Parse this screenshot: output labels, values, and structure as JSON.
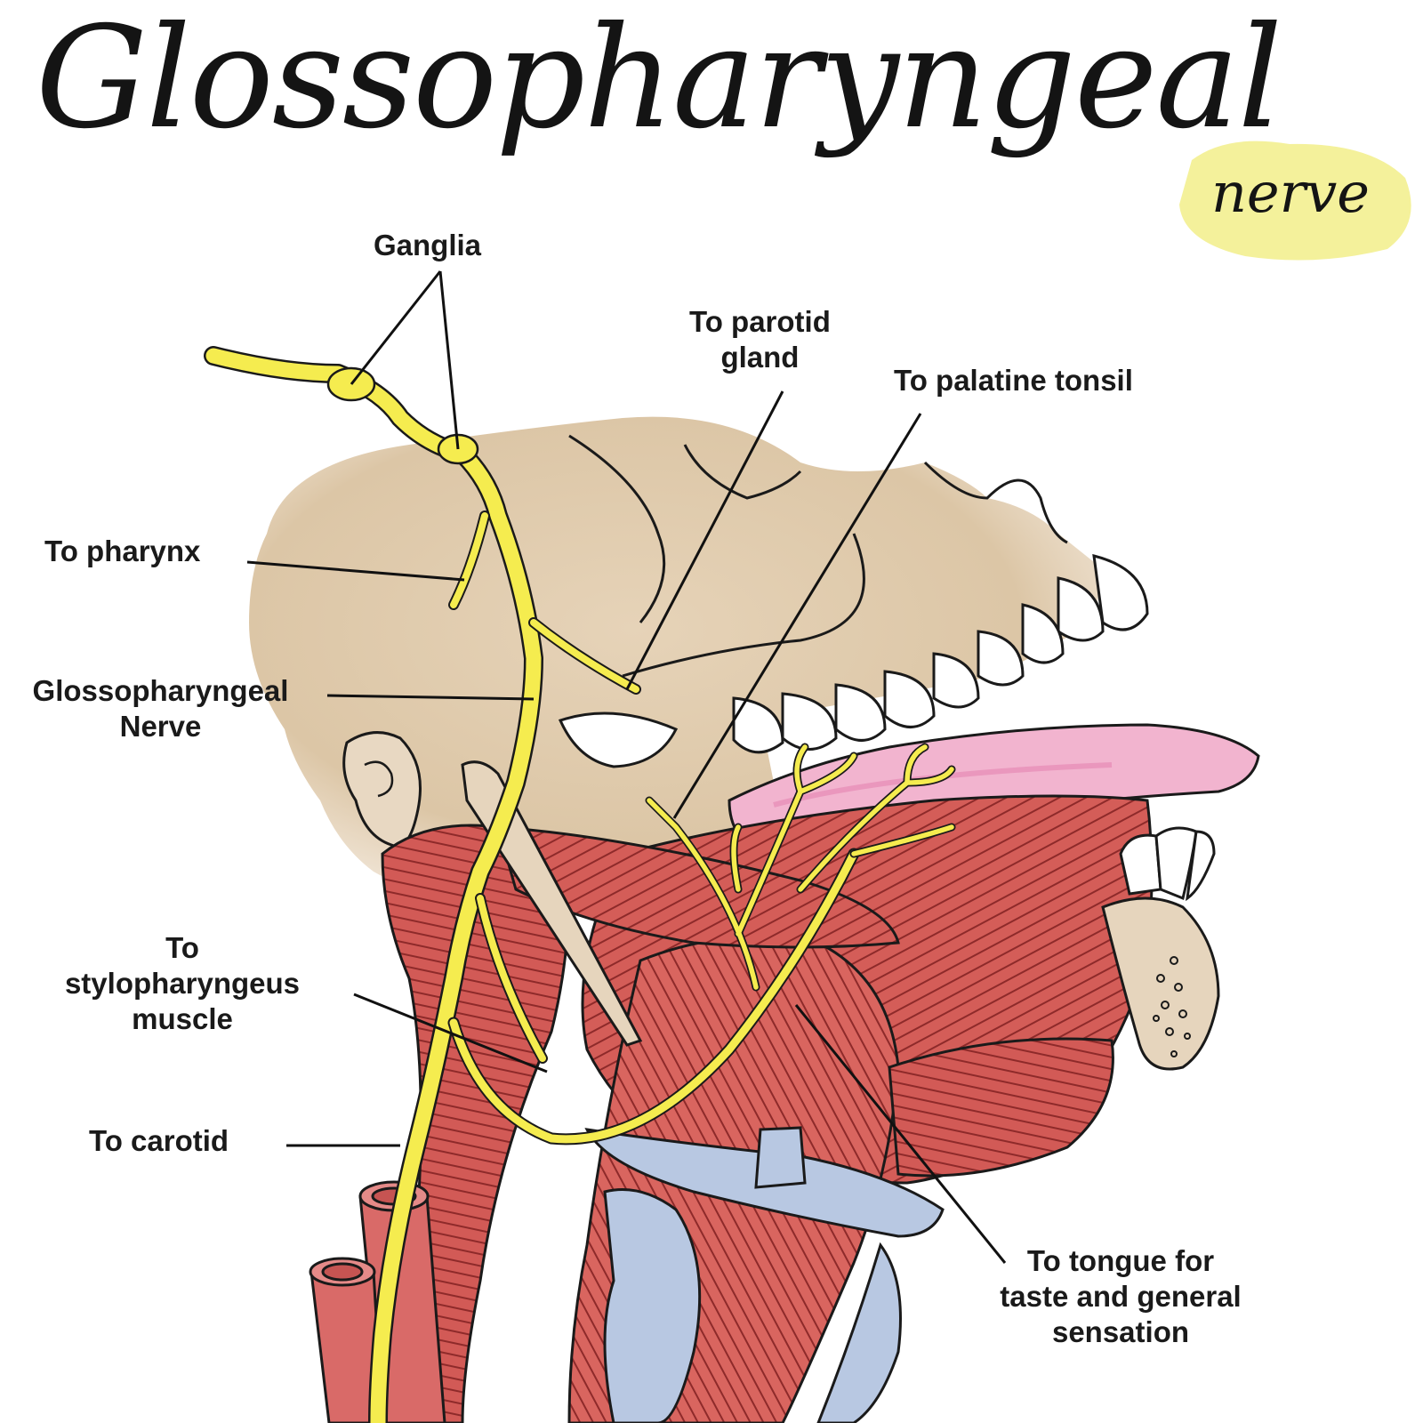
{
  "title": "Glossopharyngeal",
  "subtitle": "nerve",
  "colors": {
    "nerve": "#f5ec4f",
    "muscle": "#d8615e",
    "bone": "#dcc6a8",
    "tongue": "#f0a8c8",
    "cartilage": "#b8c8e2",
    "highlight": "#f2ee8a"
  },
  "labels": {
    "ganglia": "Ganglia",
    "parotid_1": "To parotid",
    "parotid_2": "gland",
    "tonsil": "To palatine tonsil",
    "pharynx": "To pharynx",
    "nerve_1": "Glossopharyngeal",
    "nerve_2": "Nerve",
    "stylo_1": "To",
    "stylo_2": "stylopharyngeus",
    "stylo_3": "muscle",
    "carotid": "To carotid",
    "tongue_1": "To tongue for",
    "tongue_2": "taste and general",
    "tongue_3": "sensation"
  }
}
